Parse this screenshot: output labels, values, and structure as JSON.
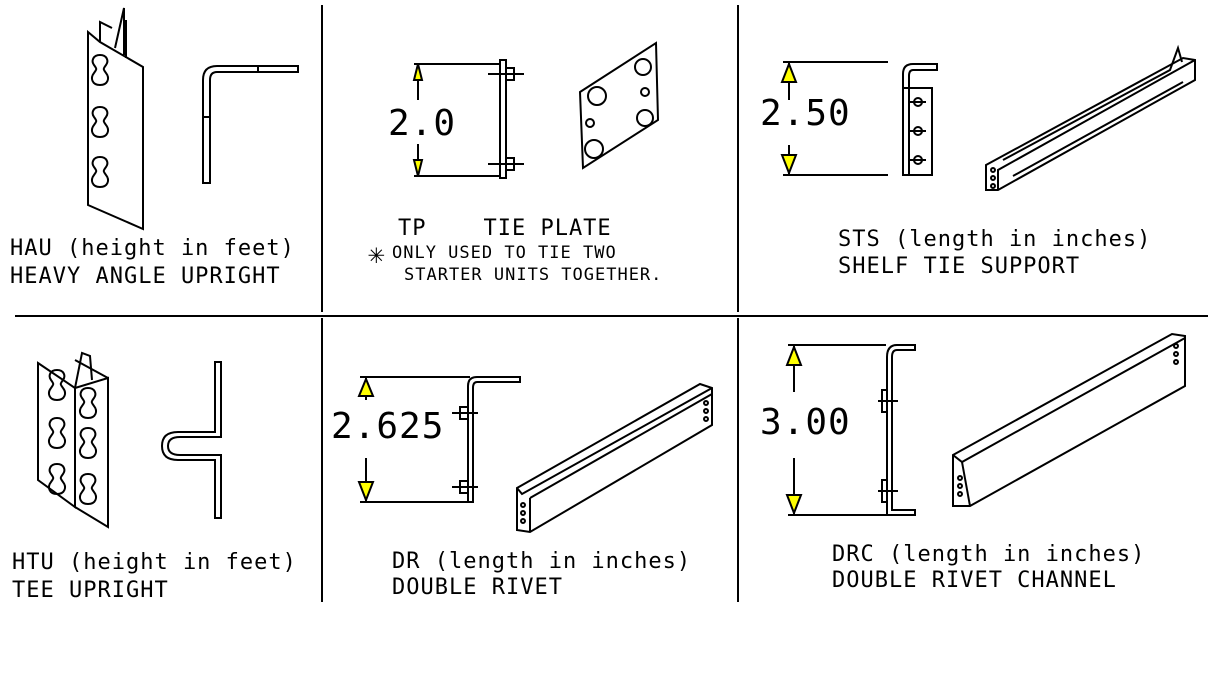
{
  "colors": {
    "line": "#000000",
    "arrow": "#ffff00",
    "background": "#ffffff"
  },
  "panels": [
    {
      "id": "hau",
      "caption_line1": "HAU (height in feet)",
      "caption_line2": "HEAVY ANGLE UPRIGHT"
    },
    {
      "id": "tp",
      "caption_line1": "TP    TIE PLATE",
      "note_marker": "✳",
      "note_line1": "ONLY USED TO TIE TWO",
      "note_line2": "STARTER UNITS TOGETHER.",
      "dimension": "2.0"
    },
    {
      "id": "sts",
      "caption_line1": "STS (length in inches)",
      "caption_line2": "SHELF TIE SUPPORT",
      "dimension": "2.50"
    },
    {
      "id": "htu",
      "caption_line1": "HTU (height in feet)",
      "caption_line2": "TEE UPRIGHT"
    },
    {
      "id": "dr",
      "caption_line1": "DR (length in inches)",
      "caption_line2": "DOUBLE RIVET",
      "dimension": "2.625"
    },
    {
      "id": "drc",
      "caption_line1": "DRC (length in inches)",
      "caption_line2": "DOUBLE RIVET CHANNEL",
      "dimension": "3.00"
    }
  ]
}
